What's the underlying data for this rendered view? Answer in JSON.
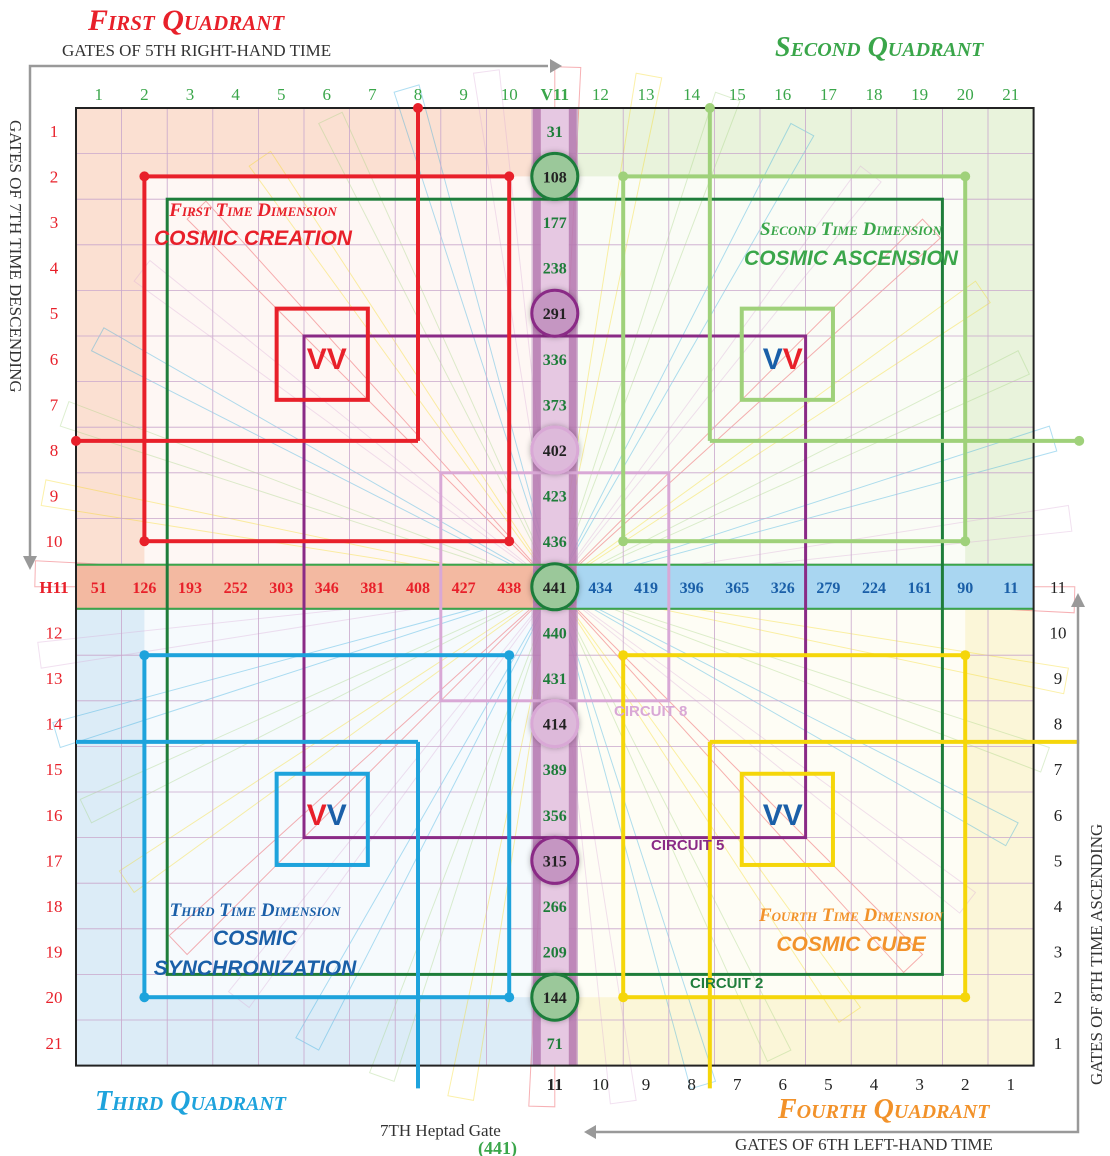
{
  "quadrant_titles": {
    "first": "First Quadrant",
    "second": "Second Quadrant",
    "third": "Third Quadrant",
    "fourth": "Fourth Quadrant"
  },
  "gate_labels": {
    "top": "GATES OF 5TH RIGHT-HAND TIME",
    "left": "GATES OF 7TH TIME DESCENDING",
    "right": "GATES OF 8TH TIME ASCENDING",
    "bottom": "GATES OF 6TH LEFT-HAND TIME",
    "heptad_gate": "7TH Heptad Gate",
    "heptad_value": "(441)"
  },
  "top_numbers": [
    "1",
    "2",
    "3",
    "4",
    "5",
    "6",
    "7",
    "8",
    "9",
    "10",
    "V11",
    "12",
    "13",
    "14",
    "15",
    "16",
    "17",
    "18",
    "19",
    "20",
    "21"
  ],
  "left_numbers": [
    "1",
    "2",
    "3",
    "4",
    "5",
    "6",
    "7",
    "8",
    "9",
    "10",
    "H11",
    "12",
    "13",
    "14",
    "15",
    "16",
    "17",
    "18",
    "19",
    "20",
    "21"
  ],
  "right_numbers": [
    "11",
    "10",
    "9",
    "8",
    "7",
    "6",
    "5",
    "4",
    "3",
    "2",
    "1"
  ],
  "bottom_numbers": [
    "11",
    "10",
    "9",
    "8",
    "7",
    "6",
    "5",
    "4",
    "3",
    "2",
    "1"
  ],
  "vertical_column": [
    "31",
    "108",
    "177",
    "238",
    "291",
    "336",
    "373",
    "402",
    "423",
    "436",
    "441",
    "440",
    "431",
    "414",
    "389",
    "356",
    "315",
    "266",
    "209",
    "144",
    "71"
  ],
  "horizontal_left": [
    "51",
    "126",
    "193",
    "252",
    "303",
    "346",
    "381",
    "408",
    "427",
    "438"
  ],
  "horizontal_right": [
    "434",
    "419",
    "396",
    "365",
    "326",
    "279",
    "224",
    "161",
    "90",
    "11"
  ],
  "dimensions": {
    "first": {
      "line1": "First Time Dimension",
      "line2": "COSMIC CREATION"
    },
    "second": {
      "line1": "Second Time Dimension",
      "line2": "COSMIC ASCENSION"
    },
    "third": {
      "line1": "Third Time Dimension",
      "line2": "COSMIC",
      "line3": "SYNCHRONIZATION"
    },
    "fourth": {
      "line1": "Fourth Time Dimension",
      "line2": "COSMIC CUBE"
    }
  },
  "circuits": {
    "c8": "CIRCUIT 8",
    "c5": "CIRCUIT 5",
    "c2": "CIRCUIT 2"
  },
  "colors": {
    "red": "#e8202a",
    "green": "#3aa64a",
    "lightgreen": "#9fd17a",
    "cyan": "#1ea3dc",
    "yellow": "#f5d60a",
    "orange": "#f2922a",
    "purple": "#8a2a86",
    "darkgreen": "#1e7d3a",
    "blue": "#1a5fa8"
  }
}
